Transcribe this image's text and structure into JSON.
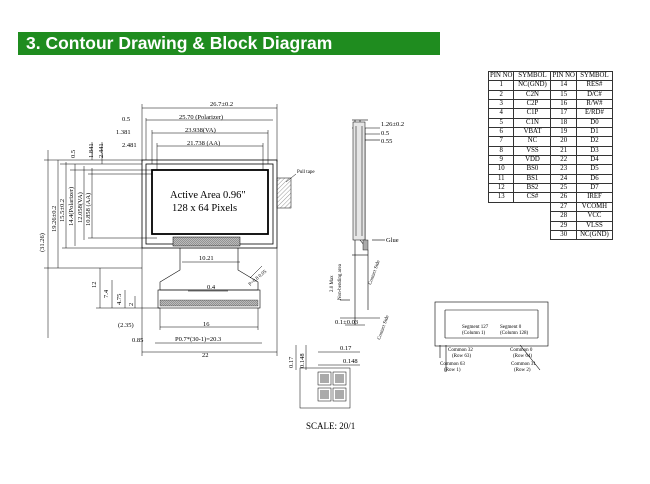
{
  "title": "3. Contour Drawing & Block Diagram",
  "front_view": {
    "dim_total_width": "26.7±0.2",
    "dim_polarizer_width": "25.70 (Polarizer)",
    "dim_va_width": "23.938(VA)",
    "dim_aa_width": "21.738 (AA)",
    "dim_offset_05": "0.5",
    "dim_offset_1381": "1.381",
    "dim_offset_2481": "2.481",
    "dim_left_05": "0.5",
    "dim_left_1841": "1.841",
    "dim_left_2441": "2.441",
    "dim_overall_height": "(31.26)",
    "dim_height_19": "19.26±0.2",
    "dim_height_155": "15.5±0.2",
    "dim_height_polarizer": "14.4(Polarizer)",
    "dim_height_va": "12.058(VA)",
    "dim_height_aa": "10.858 (AA)",
    "active_area_line1": "Active Area 0.96\"",
    "active_area_line2": "128 x 64 Pixels",
    "pull_tape": "Pull tape",
    "dim_1021": "10.21",
    "dim_04": "0.4",
    "dim_pad": "P=0.8 0.05",
    "dim_12": "12",
    "dim_74": "7.4",
    "dim_475": "4.75",
    "dim_2": "2",
    "dim_235": "(2.35)",
    "dim_16": "16",
    "dim_085": "0.85",
    "dim_pitch": "P0.7*(30-1)=20.3",
    "dim_22": "22"
  },
  "side_view": {
    "dim_126": "1.26±0.2",
    "dim_05": "0.5",
    "dim_055": "0.55",
    "glue": "Glue",
    "bend_label": "2.0 Max",
    "bend_label2": "Non-bending area",
    "contact_side": "Contact Side",
    "dim_thickness": "0.1±0.03"
  },
  "pad_detail": {
    "dim_017": "0.17",
    "dim_0148_top": "0.148",
    "dim_017_left": "0.17",
    "dim_0148_left": "0.148"
  },
  "block_diagram": {
    "seg127": "Segment 127",
    "seg127_sub": "(Column 1)",
    "seg0": "Segment 0",
    "seg0_sub": "(Column 128)",
    "com32": "Common 32",
    "com32_sub": "(Row 63)",
    "com63": "Common 63",
    "com63_sub": "(Row 1)",
    "com0": "Common 0",
    "com0_sub": "(Row 64)",
    "com31": "Common 31",
    "com31_sub": "(Row 2)"
  },
  "pin_table": {
    "headers": [
      "PIN NO",
      "SYMBOL",
      "PIN NO",
      "SYMBOL"
    ],
    "rows": [
      [
        "1",
        "NC(GND)",
        "14",
        "RES#"
      ],
      [
        "2",
        "C2N",
        "15",
        "D/C#"
      ],
      [
        "3",
        "C2P",
        "16",
        "R/W#"
      ],
      [
        "4",
        "C1P",
        "17",
        "E/RD#"
      ],
      [
        "5",
        "C1N",
        "18",
        "D0"
      ],
      [
        "6",
        "VBAT",
        "19",
        "D1"
      ],
      [
        "7",
        "NC",
        "20",
        "D2"
      ],
      [
        "8",
        "VSS",
        "21",
        "D3"
      ],
      [
        "9",
        "VDD",
        "22",
        "D4"
      ],
      [
        "10",
        "BS0",
        "23",
        "D5"
      ],
      [
        "11",
        "BS1",
        "24",
        "D6"
      ],
      [
        "12",
        "BS2",
        "25",
        "D7"
      ],
      [
        "13",
        "CS#",
        "26",
        "IREF"
      ],
      [
        "",
        "",
        "27",
        "VCOMH"
      ],
      [
        "",
        "",
        "28",
        "VCC"
      ],
      [
        "",
        "",
        "29",
        "VLSS"
      ],
      [
        "",
        "",
        "30",
        "NC(GND)"
      ]
    ]
  },
  "scale": "SCALE: 20/1"
}
